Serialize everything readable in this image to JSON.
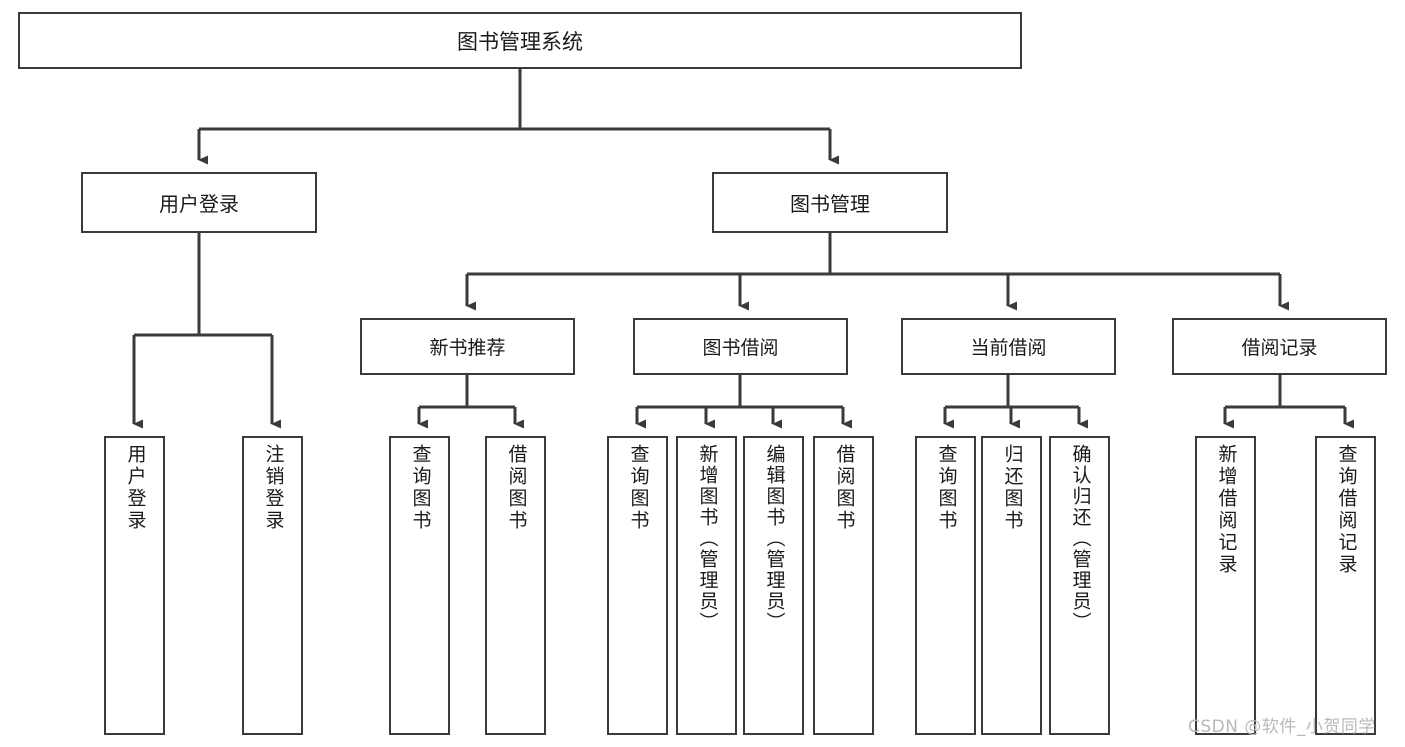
{
  "diagram": {
    "title": "图书管理系统",
    "type": "tree-hierarchy",
    "watermark": "CSDN @软件_小贺同学",
    "colors": {
      "box_border": "#3a3a3a",
      "box_fill": "#ffffff",
      "edge": "#3a3a3a",
      "text": "#1a1a1a",
      "watermark": "#b9b9b9"
    },
    "nodes": {
      "root": {
        "label": "图书管理系统"
      },
      "level1": [
        {
          "id": "user-login",
          "label": "用户登录"
        },
        {
          "id": "book-manage",
          "label": "图书管理"
        }
      ],
      "level2": [
        {
          "id": "new-book-rec",
          "label": "新书推荐"
        },
        {
          "id": "book-borrow",
          "label": "图书借阅"
        },
        {
          "id": "current-borrow",
          "label": "当前借阅"
        },
        {
          "id": "borrow-record",
          "label": "借阅记录"
        }
      ],
      "leaves": {
        "user-login": [
          {
            "id": "leaf-user-login",
            "label": "用户登录"
          },
          {
            "id": "leaf-logout-login",
            "label": "注销登录"
          }
        ],
        "new-book-rec": [
          {
            "id": "leaf-query-book-1",
            "label": "查询图书"
          },
          {
            "id": "leaf-borrow-book-1",
            "label": "借阅图书"
          }
        ],
        "book-borrow": [
          {
            "id": "leaf-query-book-2",
            "label": "查询图书"
          },
          {
            "id": "leaf-add-book",
            "label": "新增图书（管理员）"
          },
          {
            "id": "leaf-edit-book",
            "label": "编辑图书（管理员）"
          },
          {
            "id": "leaf-borrow-book-2",
            "label": "借阅图书"
          }
        ],
        "current-borrow": [
          {
            "id": "leaf-query-book-3",
            "label": "查询图书"
          },
          {
            "id": "leaf-return-book",
            "label": "归还图书"
          },
          {
            "id": "leaf-confirm-return",
            "label": "确认归还（管理员）"
          }
        ],
        "borrow-record": [
          {
            "id": "leaf-add-record",
            "label": "新增借阅记录"
          },
          {
            "id": "leaf-query-record",
            "label": "查询借阅记录"
          }
        ]
      }
    }
  }
}
